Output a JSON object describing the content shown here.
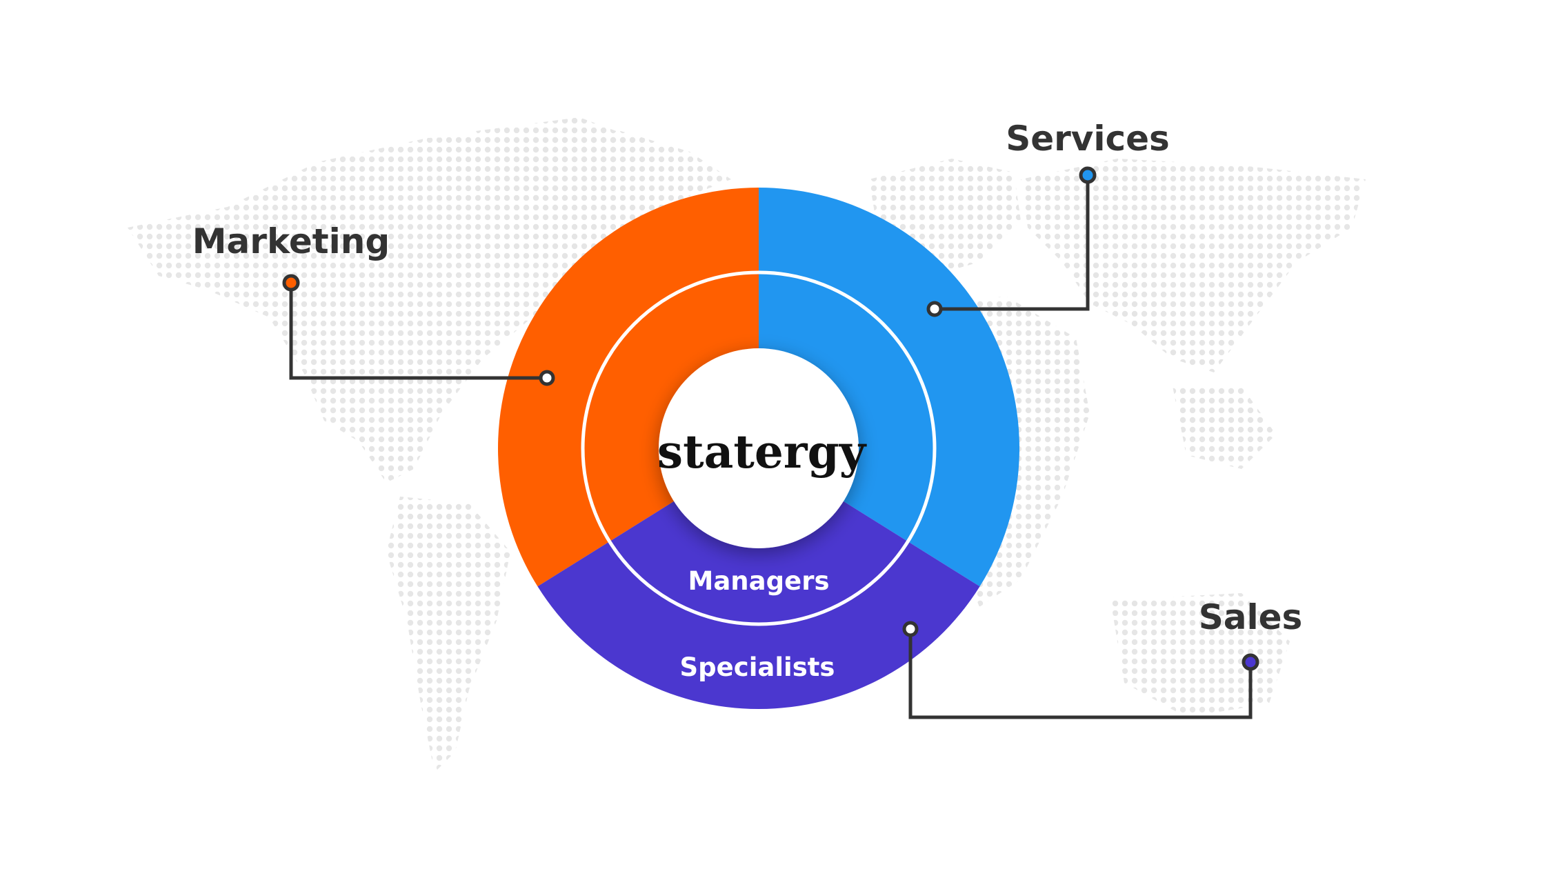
{
  "diagram": {
    "center_label": "statergy",
    "segments": [
      {
        "id": "marketing",
        "label": "Marketing",
        "color": "#FF5F00"
      },
      {
        "id": "services",
        "label": "Services",
        "color": "#2196F0"
      },
      {
        "id": "sales",
        "label": "Sales",
        "color": "#4B37CF"
      }
    ],
    "inner_ring_label": "Managers",
    "outer_ring_label": "Specialists",
    "connector_color": "#333333",
    "background_map_color": "#E6E6E6"
  }
}
